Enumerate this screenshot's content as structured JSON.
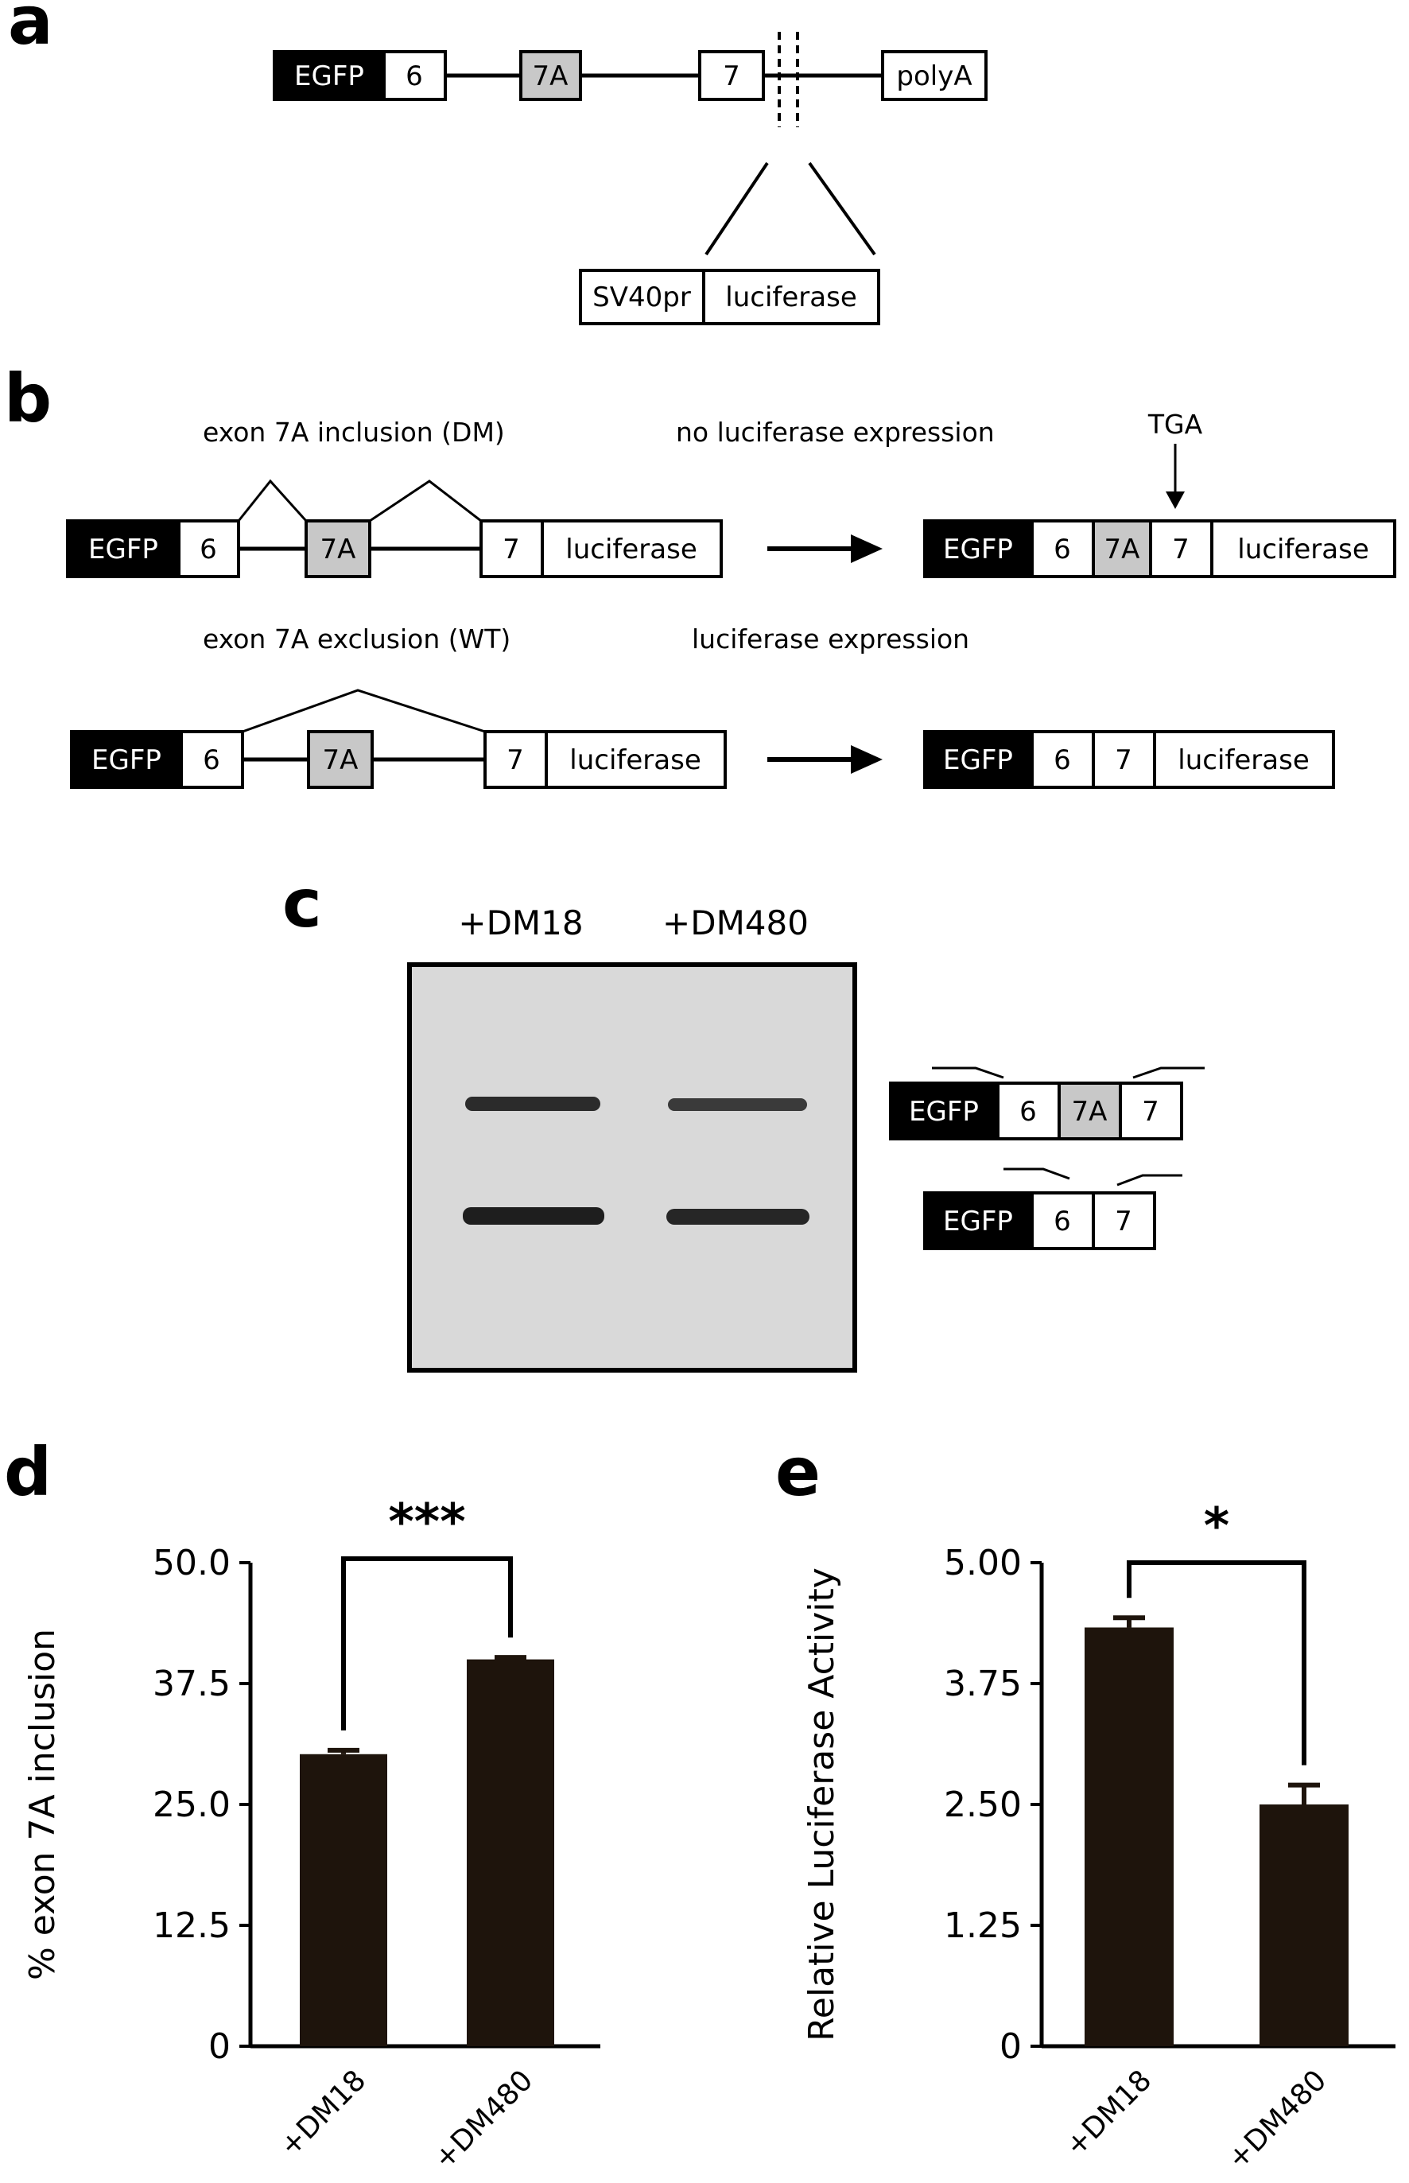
{
  "panel_a": {
    "letter": "a",
    "construct": [
      "EGFP",
      "6",
      "7A",
      "7",
      "polyA"
    ],
    "insert": [
      "SV40pr",
      "luciferase"
    ]
  },
  "panel_b": {
    "letter": "b",
    "dm": {
      "caption": "exon 7A inclusion (DM)",
      "outcome": "no luciferase expression",
      "pre_mrna": [
        "EGFP",
        "6",
        "7A",
        "7",
        "luciferase"
      ],
      "mrna": [
        "EGFP",
        "6",
        "7A",
        "7",
        "luciferase"
      ],
      "stop_codon": "TGA"
    },
    "wt": {
      "caption": "exon 7A exclusion (WT)",
      "outcome": "luciferase expression",
      "pre_mrna": [
        "EGFP",
        "6",
        "7A",
        "7",
        "luciferase"
      ],
      "mrna": [
        "EGFP",
        "6",
        "7",
        "luciferase"
      ]
    }
  },
  "panel_c": {
    "letter": "c",
    "lanes": [
      "+DM18",
      "+DM480"
    ],
    "product_upper": [
      "EGFP",
      "6",
      "7A",
      "7"
    ],
    "product_lower": [
      "EGFP",
      "6",
      "7"
    ]
  },
  "chart_data": [
    {
      "panel": "d",
      "type": "bar",
      "categories": [
        "+DM18",
        "+DM480"
      ],
      "values": [
        30.2,
        40.0
      ],
      "errors": [
        0.4,
        0.2
      ],
      "ylabel": "% exon 7A inclusion",
      "ylim": [
        0,
        50
      ],
      "yticks": [
        "0",
        "12.5",
        "25.0",
        "37.5",
        "50.0"
      ],
      "significance": "***",
      "bar_color": "#1e140c"
    },
    {
      "panel": "e",
      "type": "bar",
      "categories": [
        "+DM18",
        "+DM480"
      ],
      "values": [
        4.33,
        2.5
      ],
      "errors": [
        0.1,
        0.2
      ],
      "ylabel": "Relative Luciferase Activity",
      "ylim": [
        0,
        5
      ],
      "yticks": [
        "0",
        "1.25",
        "2.50",
        "3.75",
        "5.00"
      ],
      "significance": "*",
      "bar_color": "#1e140c"
    }
  ],
  "colors": {
    "black_exon": "#000000",
    "gray_exon": "#c8c8c8",
    "white_exon": "#ffffff"
  }
}
